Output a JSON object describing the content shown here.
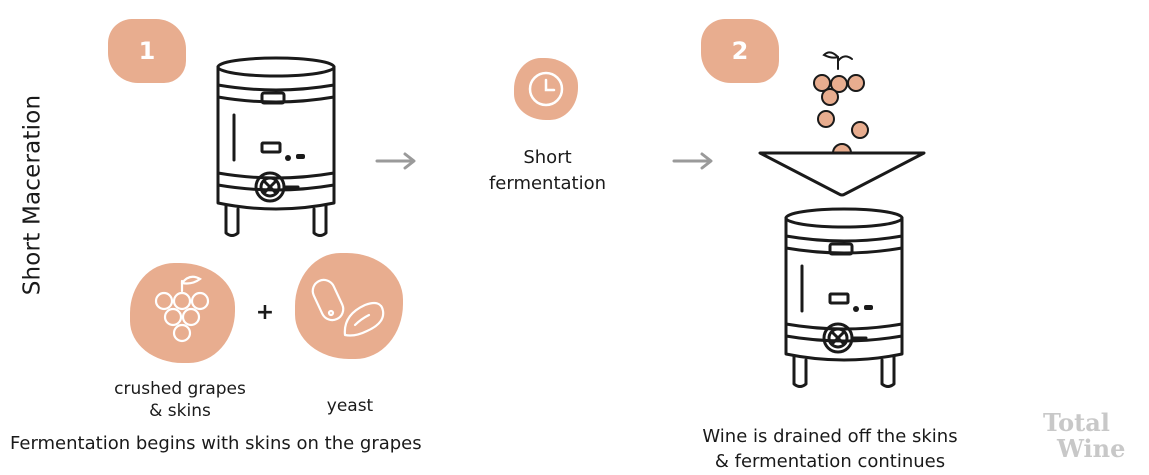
{
  "title": "Short Maceration",
  "steps": [
    {
      "number": "1"
    },
    {
      "number": "2"
    }
  ],
  "middle": {
    "label_line1": "Short",
    "label_line2": "fermentation"
  },
  "ingredients": {
    "grapes_line1": "crushed grapes",
    "grapes_line2": "& skins",
    "plus": "+",
    "yeast": "yeast"
  },
  "captions": {
    "left": "Fermentation begins with skins on the grapes",
    "right_line1": "Wine is drained off the skins",
    "right_line2": "& fermentation continues"
  },
  "watermark": {
    "line1": "Total",
    "line2": "Wine"
  },
  "icons": [
    "tank-icon",
    "clock-icon",
    "grapes-icon",
    "yeast-icon",
    "funnel-icon",
    "arrow-right-icon",
    "falling-grapes-icon"
  ],
  "colors": {
    "accent": "#e8ad8f",
    "line": "#1a1a1a",
    "arrow": "#9a9a9a",
    "watermark": "#c8c8c8"
  }
}
